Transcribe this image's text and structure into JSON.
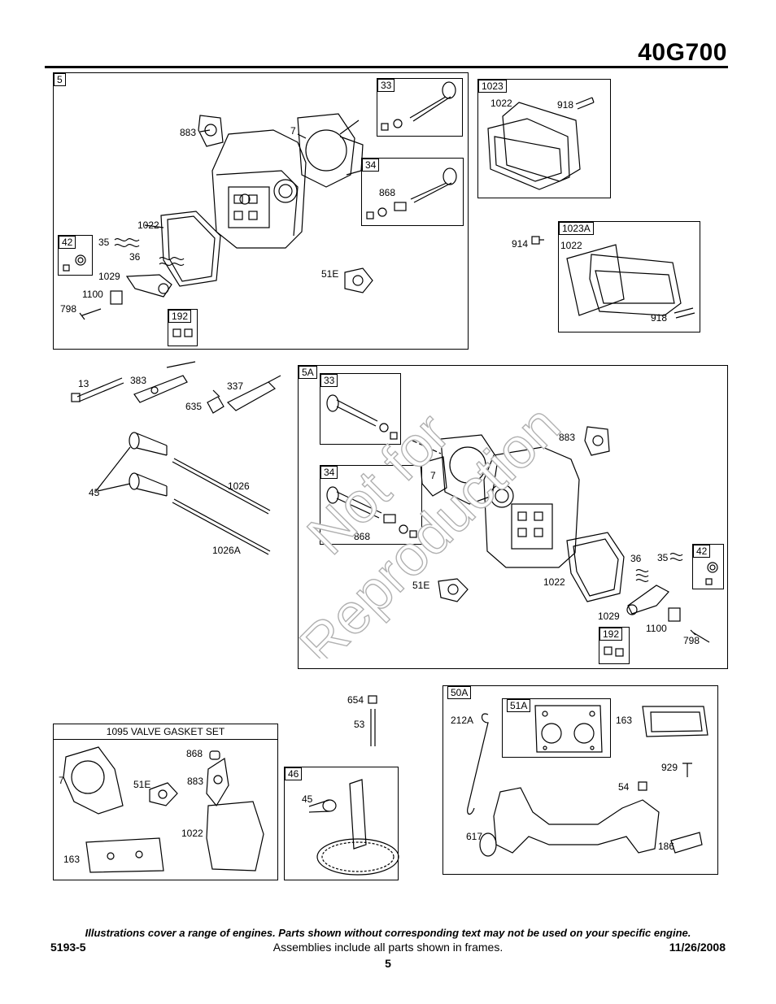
{
  "header": {
    "model": "40G700"
  },
  "frames": {
    "f5": {
      "tag": "5",
      "labels": {
        "l883": "883",
        "l7": "7",
        "l1022": "1022",
        "l35": "35",
        "l36": "36",
        "l1029": "1029",
        "l1100": "1100",
        "l798": "798",
        "l51e": "51E"
      }
    },
    "f5_33": {
      "tag": "33"
    },
    "f5_34": {
      "tag": "34",
      "l868": "868"
    },
    "f5_42": {
      "tag": "42"
    },
    "f5_192": {
      "tag": "192"
    },
    "f1023": {
      "tag": "1023",
      "l1022": "1022",
      "l918": "918"
    },
    "f1023a": {
      "tag": "1023A",
      "l1022": "1022",
      "l918": "918",
      "l914": "914"
    },
    "loose": {
      "l13": "13",
      "l383": "383",
      "l337": "337",
      "l635": "635",
      "l45": "45",
      "l1026": "1026",
      "l1026a": "1026A"
    },
    "f5a": {
      "tag": "5A",
      "labels": {
        "l883": "883",
        "l7": "7",
        "l51e": "51E",
        "l1022": "1022",
        "l36": "36",
        "l35": "35",
        "l1029": "1029",
        "l1100": "1100",
        "l798": "798"
      }
    },
    "f5a_33": {
      "tag": "33"
    },
    "f5a_34": {
      "tag": "34",
      "l868": "868"
    },
    "f5a_42": {
      "tag": "42"
    },
    "f5a_192": {
      "tag": "192"
    },
    "f1095": {
      "title": "1095 VALVE GASKET SET",
      "l868": "868",
      "l7": "7",
      "l51e": "51E",
      "l883": "883",
      "l1022": "1022",
      "l163": "163"
    },
    "stud": {
      "l654": "654",
      "l53": "53"
    },
    "f46": {
      "tag": "46",
      "l45": "45"
    },
    "f50a": {
      "tag": "50A",
      "l212a": "212A",
      "l163": "163",
      "l929": "929",
      "l54": "54",
      "l617": "617",
      "l186": "186"
    },
    "f51a": {
      "tag": "51A"
    }
  },
  "watermark": {
    "line1": "Not for",
    "line2": "Reproduction"
  },
  "footer": {
    "disclaimer": "Illustrations cover a range of engines. Parts shown without corresponding text may not be used on your specific engine.",
    "doc_id": "5193-5",
    "assemblies_note": "Assemblies include all parts shown in frames.",
    "date": "11/26/2008",
    "page": "5"
  }
}
